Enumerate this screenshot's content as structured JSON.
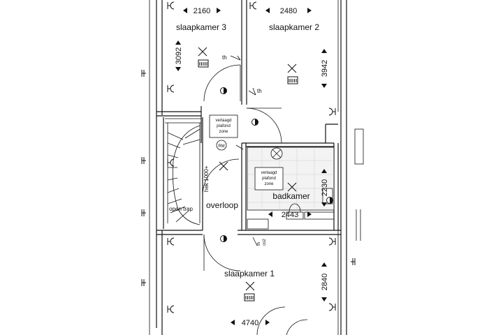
{
  "rooms": {
    "bedroom3": "slaapkamer 3",
    "bedroom2": "slaapkamer 2",
    "bedroom1": "slaapkamer 1",
    "landing": "overloop",
    "bathroom": "badkamer",
    "open_stair": "open trap"
  },
  "dimensions": {
    "bedroom3_width": "2160",
    "bedroom2_width": "2480",
    "bedroom3_depth": "3092",
    "bedroom2_depth": "3942",
    "bathroom_depth": "2230",
    "bathroom_width": "2443",
    "bedroom1_depth": "2840",
    "bedroom1_width": "4740"
  },
  "notes": {
    "lowered_ceiling_1": [
      "verlaagd",
      "plafond",
      "zone"
    ],
    "lowered_ceiling_2": [
      "verlaagd",
      "plafond",
      "zone"
    ],
    "stair_railing": "hek 1000+"
  },
  "symbols": {
    "thermostat": "th",
    "co2": "co2",
    "smoke_detector": "RM"
  },
  "icons": [
    "ceiling-light-icon",
    "radiator-icon",
    "switch-icon",
    "power-outlet-icon",
    "dimension-arrow-icon"
  ]
}
